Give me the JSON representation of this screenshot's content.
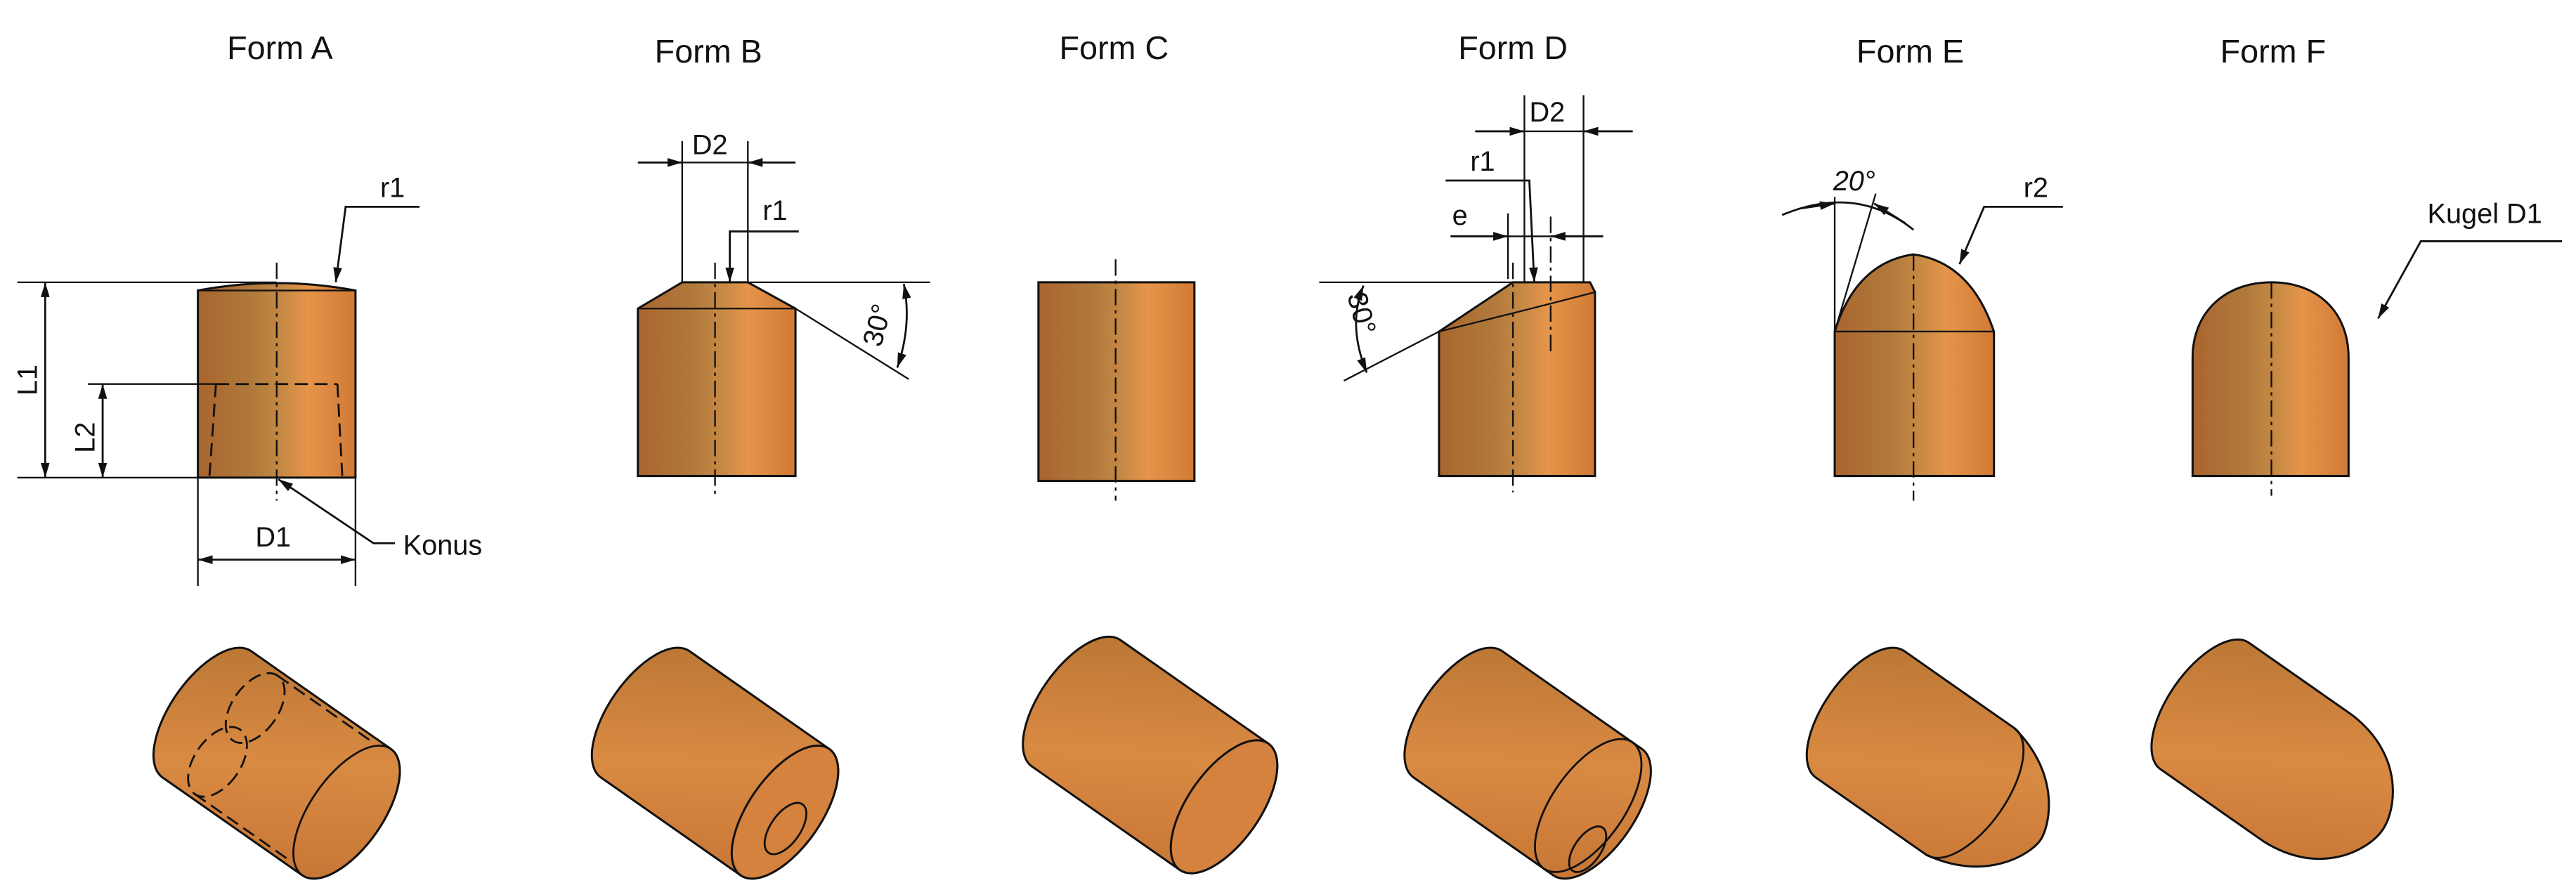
{
  "colors": {
    "copper_dark": "#a9652e",
    "copper_mid": "#c97a38",
    "copper_light": "#e6944a",
    "line": "#111111"
  },
  "forms": [
    {
      "title": "Form A",
      "labels": {
        "r1": "r1",
        "L1": "L1",
        "L2": "L2",
        "D1": "D1",
        "konus": "Konus"
      }
    },
    {
      "title": "Form B",
      "labels": {
        "D2": "D2",
        "r1": "r1",
        "angle": "30°"
      }
    },
    {
      "title": "Form C",
      "labels": {}
    },
    {
      "title": "Form D",
      "labels": {
        "D2": "D2",
        "r1": "r1",
        "e": "e",
        "angle": "30°"
      }
    },
    {
      "title": "Form E",
      "labels": {
        "angle": "20°",
        "r2": "r2"
      }
    },
    {
      "title": "Form F",
      "labels": {
        "kugel": "Kugel D1"
      }
    }
  ]
}
